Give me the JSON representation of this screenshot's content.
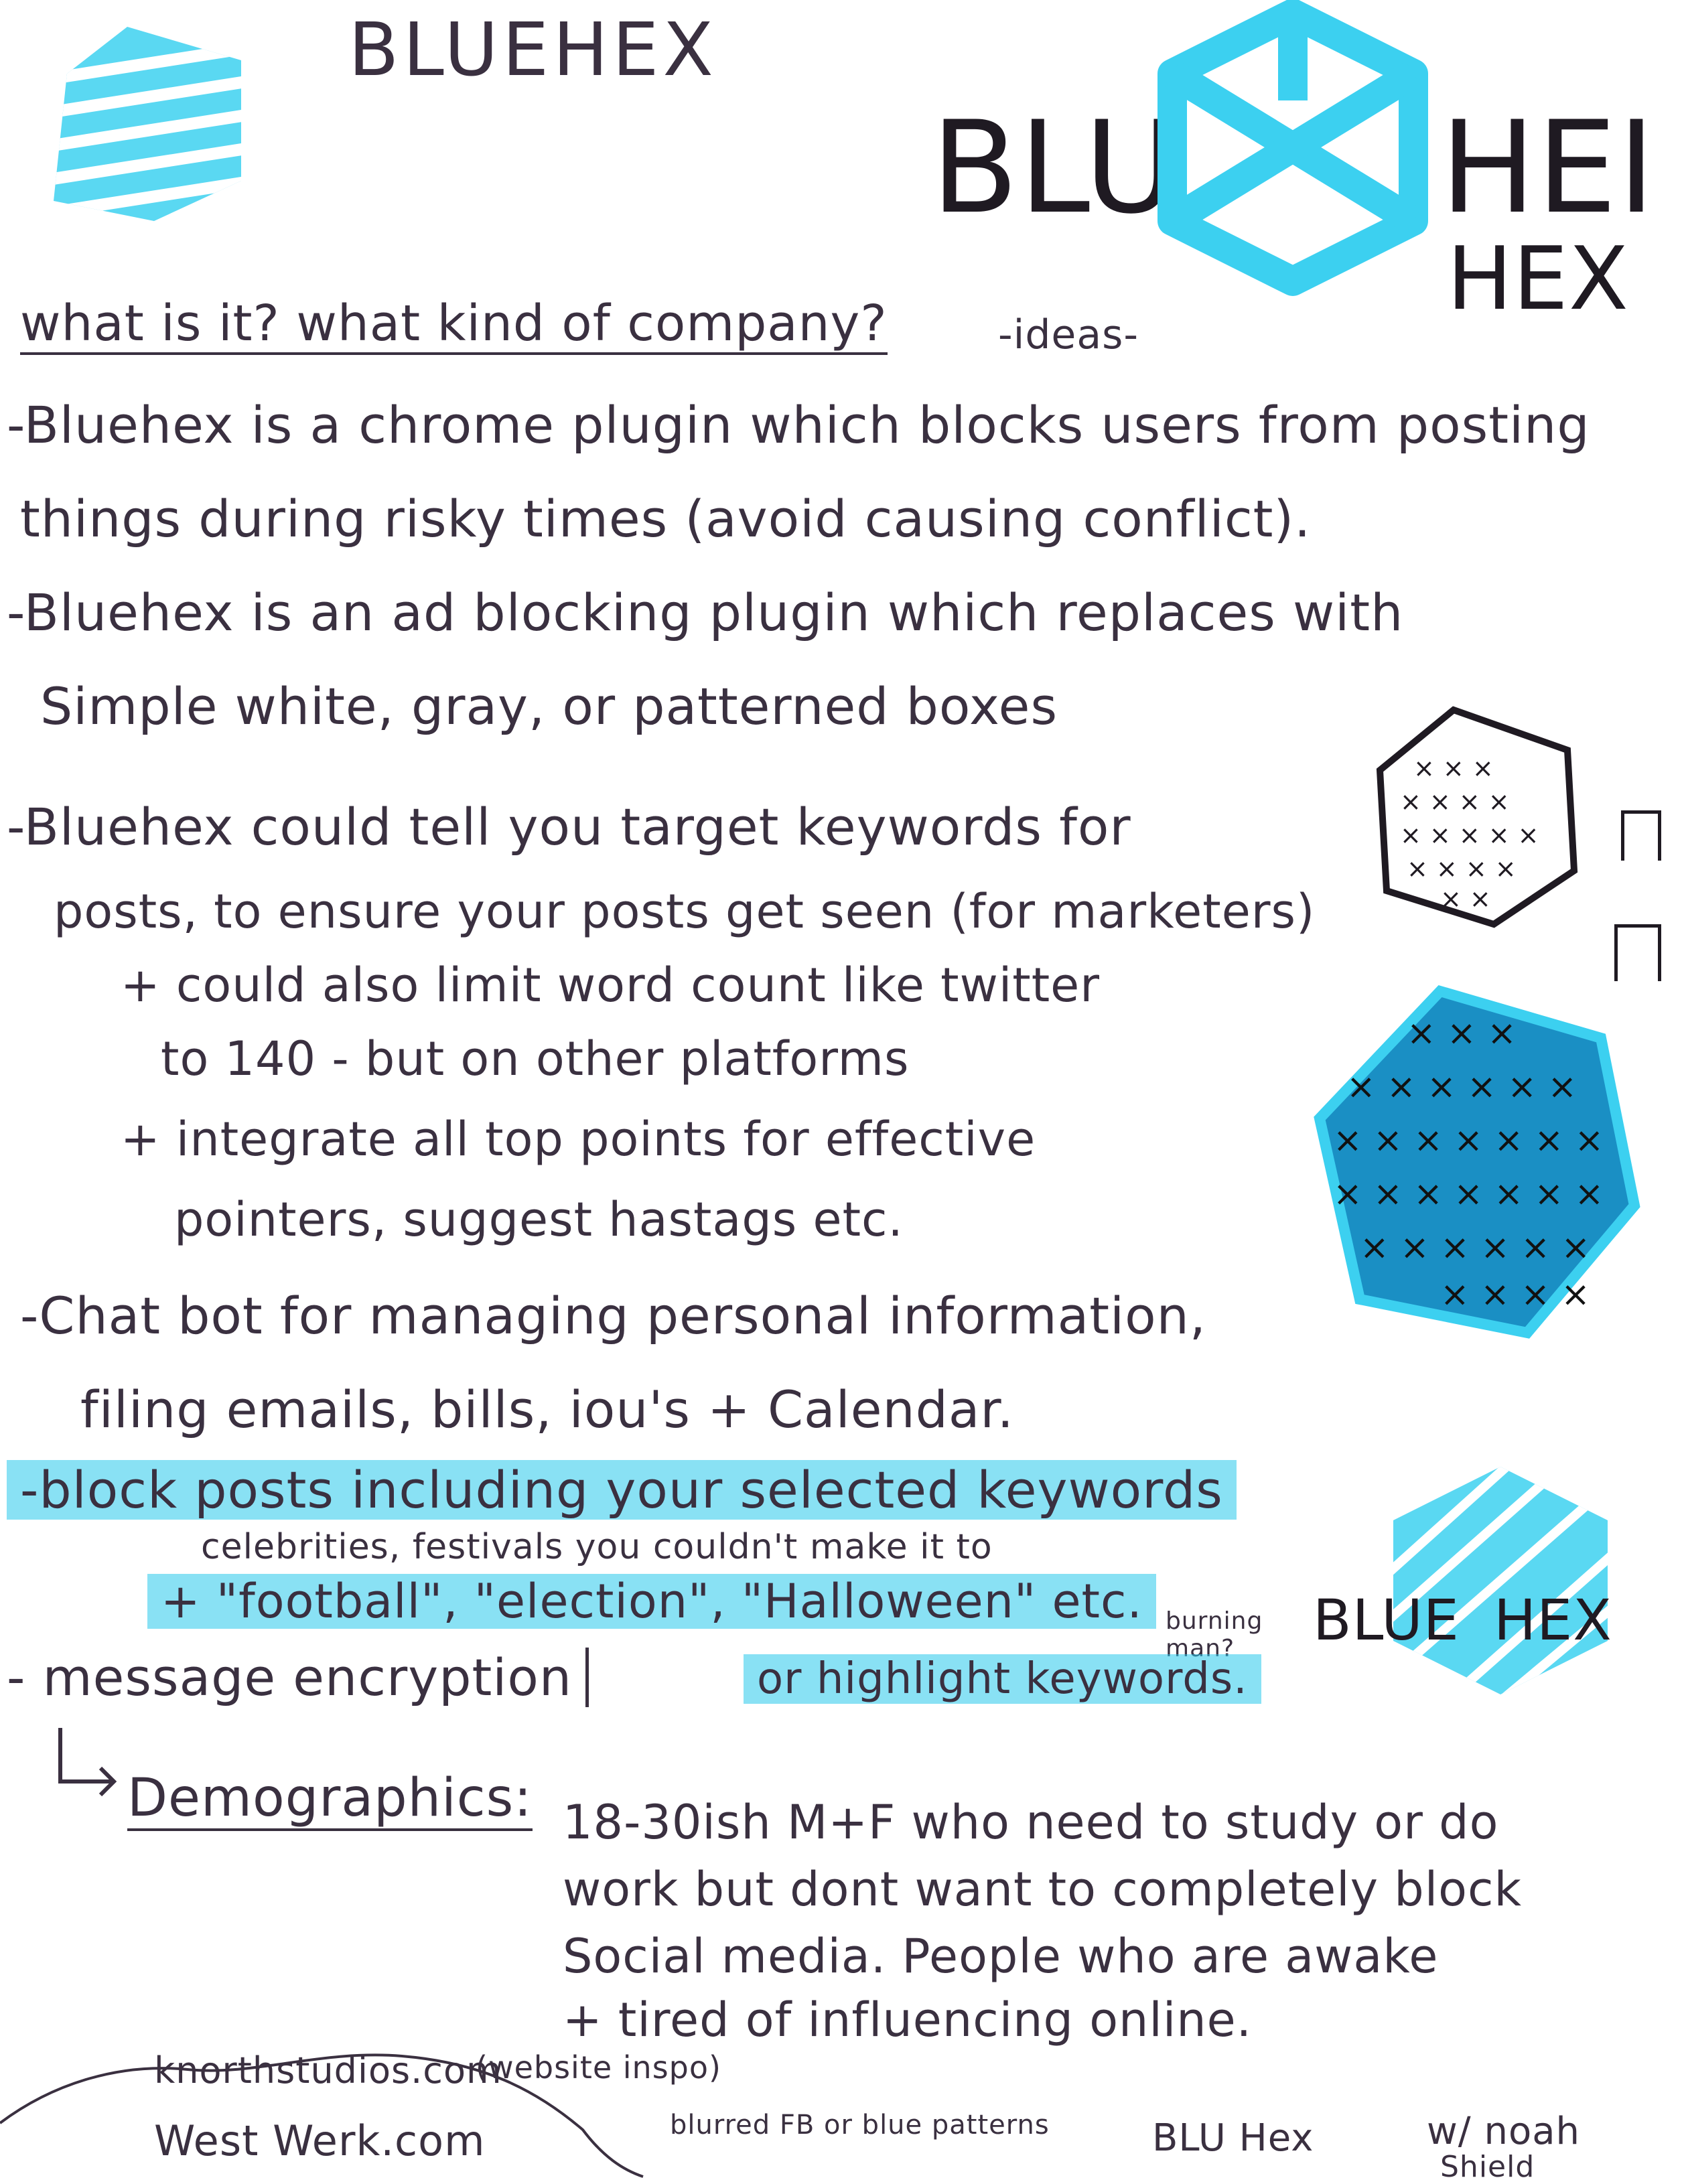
{
  "header": {
    "title_small": "BLUEHEX",
    "big_left": "BLU",
    "big_right": "HEI",
    "big_hex": "HEX"
  },
  "question": {
    "text": "what is it? what kind of company?",
    "suffix": "-ideas-"
  },
  "ideas": [
    {
      "lines": [
        "-Bluehex is a chrome plugin which blocks users from posting",
        "things during risky times (avoid causing conflict)."
      ]
    },
    {
      "lines": [
        "-Bluehex is an ad blocking plugin which replaces with",
        "Simple white, gray, or patterned boxes"
      ]
    },
    {
      "lines": [
        "-Bluehex could tell you target keywords for",
        "posts, to ensure your posts get seen (for marketers)"
      ]
    },
    {
      "lines": [
        "+ could also limit word count like twitter",
        "to 140 - but on other platforms"
      ]
    },
    {
      "lines": [
        "+ integrate all top points for effective",
        "pointers, suggest hastags etc."
      ]
    },
    {
      "lines": [
        "-Chat bot for managing personal information,",
        "filing emails, bills, iou's + Calendar."
      ]
    }
  ],
  "highlighted": {
    "line1": "-block posts including your selected keywords",
    "above": "celebrities, festivals you couldn't make it to",
    "line2": "+ \"football\", \"election\", \"Halloween\" etc.",
    "aside": "burning man?",
    "line3": "or highlight keywords."
  },
  "logo_text": {
    "left": "BLUE",
    "right": "HEX"
  },
  "encryption": "- message encryption",
  "demographics": {
    "label": "Demographics:",
    "lines": [
      "18-30ish M+F who need to study or do",
      "work but dont want to completely block",
      "Social media. People who are awake",
      "+ tired of influencing online."
    ]
  },
  "footer": {
    "site1": "knorthstudios.com",
    "site1_note": "(website inspo)",
    "site2": "West Werk.com",
    "blurred": "blurred FB or blue patterns",
    "blu_hex": "BLU Hex",
    "with": "w/ noah",
    "shield": "Shield"
  },
  "colors": {
    "marker_blue": "#3cd0f0",
    "dark_blue": "#1a7fb0",
    "ink": "#3a3040"
  },
  "icons": [
    "hexagon-striped-icon",
    "cube-logo-icon",
    "hexagon-cross-icon",
    "hexagon-filled-cross-icon",
    "hexagon-logo-icon",
    "arrow-icon"
  ]
}
